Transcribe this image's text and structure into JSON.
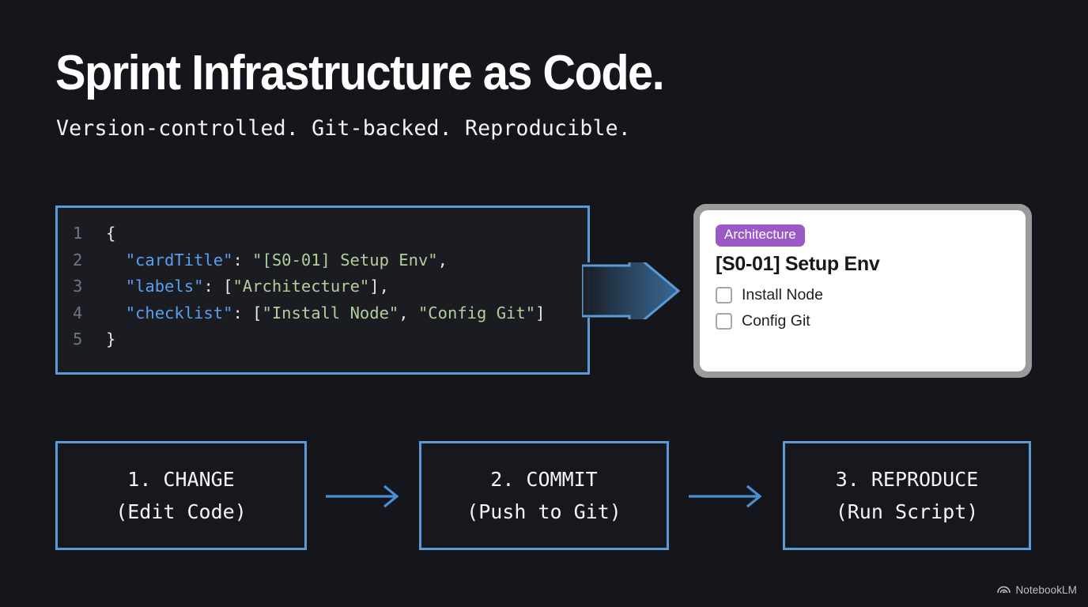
{
  "header": {
    "title": "Sprint Infrastructure as Code.",
    "subtitle": "Version-controlled. Git-backed. Reproducible."
  },
  "code_panel": {
    "language": "json",
    "lines": [
      {
        "number": "1",
        "tokens": [
          {
            "type": "punct",
            "text": "{"
          }
        ]
      },
      {
        "number": "2",
        "tokens": [
          {
            "type": "punct",
            "text": "  "
          },
          {
            "type": "key",
            "text": "\"cardTitle\""
          },
          {
            "type": "punct",
            "text": ": "
          },
          {
            "type": "str",
            "text": "\"[S0-01] Setup Env\""
          },
          {
            "type": "punct",
            "text": ","
          }
        ]
      },
      {
        "number": "3",
        "tokens": [
          {
            "type": "punct",
            "text": "  "
          },
          {
            "type": "key",
            "text": "\"labels\""
          },
          {
            "type": "punct",
            "text": ": ["
          },
          {
            "type": "str",
            "text": "\"Architecture\""
          },
          {
            "type": "punct",
            "text": "],"
          }
        ]
      },
      {
        "number": "4",
        "tokens": [
          {
            "type": "punct",
            "text": "  "
          },
          {
            "type": "key",
            "text": "\"checklist\""
          },
          {
            "type": "punct",
            "text": ": ["
          },
          {
            "type": "str",
            "text": "\"Install Node\""
          },
          {
            "type": "punct",
            "text": ", "
          },
          {
            "type": "str",
            "text": "\"Config Git\""
          },
          {
            "type": "punct",
            "text": "]"
          }
        ]
      },
      {
        "number": "5",
        "tokens": [
          {
            "type": "punct",
            "text": "}"
          }
        ]
      }
    ]
  },
  "card": {
    "badge": "Architecture",
    "title": "[S0-01] Setup Env",
    "checklist": [
      {
        "label": "Install Node",
        "checked": false
      },
      {
        "label": "Config Git",
        "checked": false
      }
    ]
  },
  "steps": [
    {
      "line1": "1. CHANGE",
      "line2": "(Edit Code)"
    },
    {
      "line1": "2. COMMIT",
      "line2": "(Push to Git)"
    },
    {
      "line1": "3. REPRODUCE",
      "line2": "(Run Script)"
    }
  ],
  "watermark": {
    "label": "NotebookLM",
    "icon": "notebooklm-spiral-icon"
  },
  "colors": {
    "background": "#14161b",
    "accent_blue": "#5b9bd5",
    "badge_purple": "#9b59c6",
    "code_background": "#1a1c21",
    "code_key": "#5c9ded",
    "code_string": "#b2ce9e",
    "code_line_number": "#6e7681",
    "card_frame_gray": "#9b9b9b",
    "card_surface": "#ffffff",
    "text_primary": "#ffffff"
  }
}
